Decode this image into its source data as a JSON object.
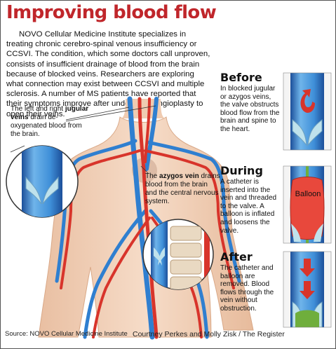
{
  "title": "Improving blood flow",
  "intro": "NOVO Cellular Medicine Institute specializes in treating chronic cerebro-spinal venous insufficiency or CCSVI. The condition, which some doctors call unproven, consists of insufficient drainage of blood from the brain because of  blocked veins. Researchers are exploring what connection may exist between CCSVI and multiple sclerosis. A number of MS patients have reported that their symptoms improve after undergoing angioplasty to open their veins.",
  "jugular_note": {
    "pre": "The left and right",
    "bold": "jugular veins",
    "post": "drain de-oxygenated blood from the brain."
  },
  "azygos_note": {
    "pre": "The",
    "bold": "azygos vein",
    "post": "drains blood from the brain and the central nervous system."
  },
  "steps": [
    {
      "heading": "Before",
      "text": "In blocked jugular or azygos veins, the valve obstructs blood flow from the brain and spine to the heart."
    },
    {
      "heading": "During",
      "text": "A catheter is inserted into the vein and threaded to the valve. A balloon is inflated and loosens the valve."
    },
    {
      "heading": "After",
      "text": "The catheter and balloon are removed. Blood flows through the vein without obstruction."
    }
  ],
  "balloon_label": "Balloon",
  "source_label": "Source:",
  "source_name": "NOVO Cellular Medicine Institute",
  "credit": "Courtney Perkes and Molly Zisk / The Register",
  "colors": {
    "title_red": "#c0262b",
    "vein_blue": "#2f7fd0",
    "artery_red": "#d8342b",
    "skin": "#f2d2b8",
    "valve": "#bfe2ec",
    "balloon": "#e8483c",
    "catheter_green": "#6fae3c"
  }
}
